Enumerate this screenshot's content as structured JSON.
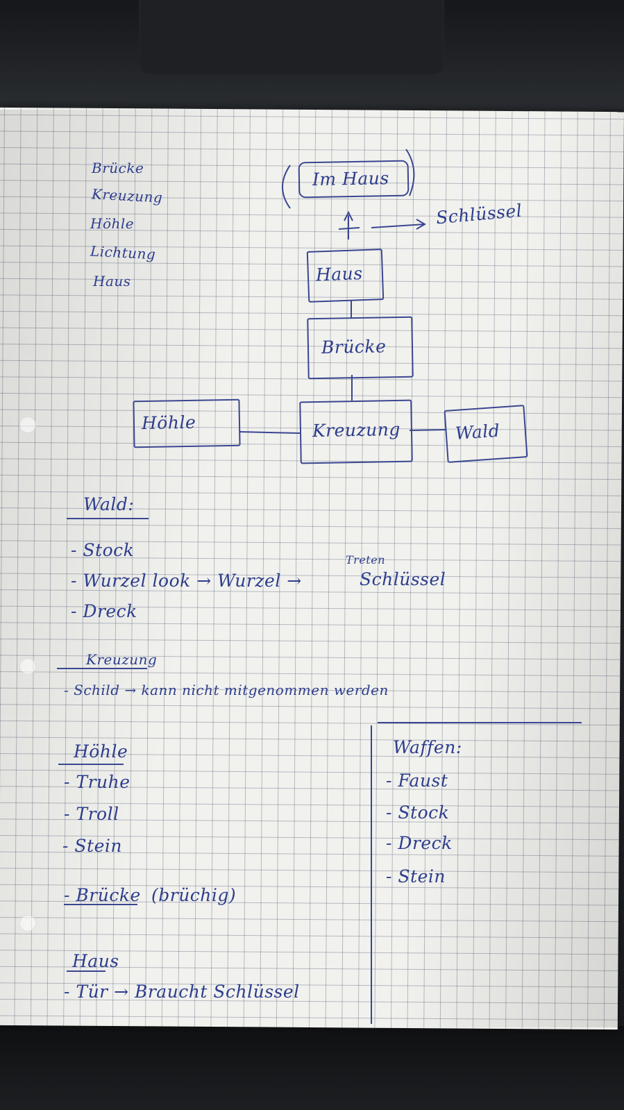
{
  "legend_list": [
    "Brücke",
    "Kreuzung",
    "Höhle",
    "Lichtung",
    "Haus"
  ],
  "diagram": {
    "im_haus": "Im Haus",
    "key_label": "Schlüssel",
    "haus": "Haus",
    "bruecke": "Brücke",
    "hoehle": "Höhle",
    "kreuzung": "Kreuzung",
    "wald": "Wald"
  },
  "sections": {
    "wald": {
      "heading": "Wald:",
      "items": [
        "- Stock",
        "- Wurzel look → Wurzel →",
        "- Dreck"
      ],
      "note_top": "Treten",
      "note_bottom": "Schlüssel"
    },
    "kreuzung": {
      "heading": "Kreuzung",
      "items": [
        "- Schild → kann nicht mitgenommen werden"
      ]
    },
    "hoehle": {
      "heading": "Höhle",
      "items": [
        "- Truhe",
        "- Troll",
        "- Stein"
      ]
    },
    "bruecke": {
      "heading": "- Brücke",
      "note": "(brüchig)"
    },
    "haus": {
      "heading": "Haus",
      "items": [
        "- Tür → Braucht Schlüssel"
      ]
    },
    "waffen": {
      "heading": "Waffen:",
      "items": [
        "- Faust",
        "- Stock",
        "- Dreck",
        "- Stein"
      ]
    }
  }
}
